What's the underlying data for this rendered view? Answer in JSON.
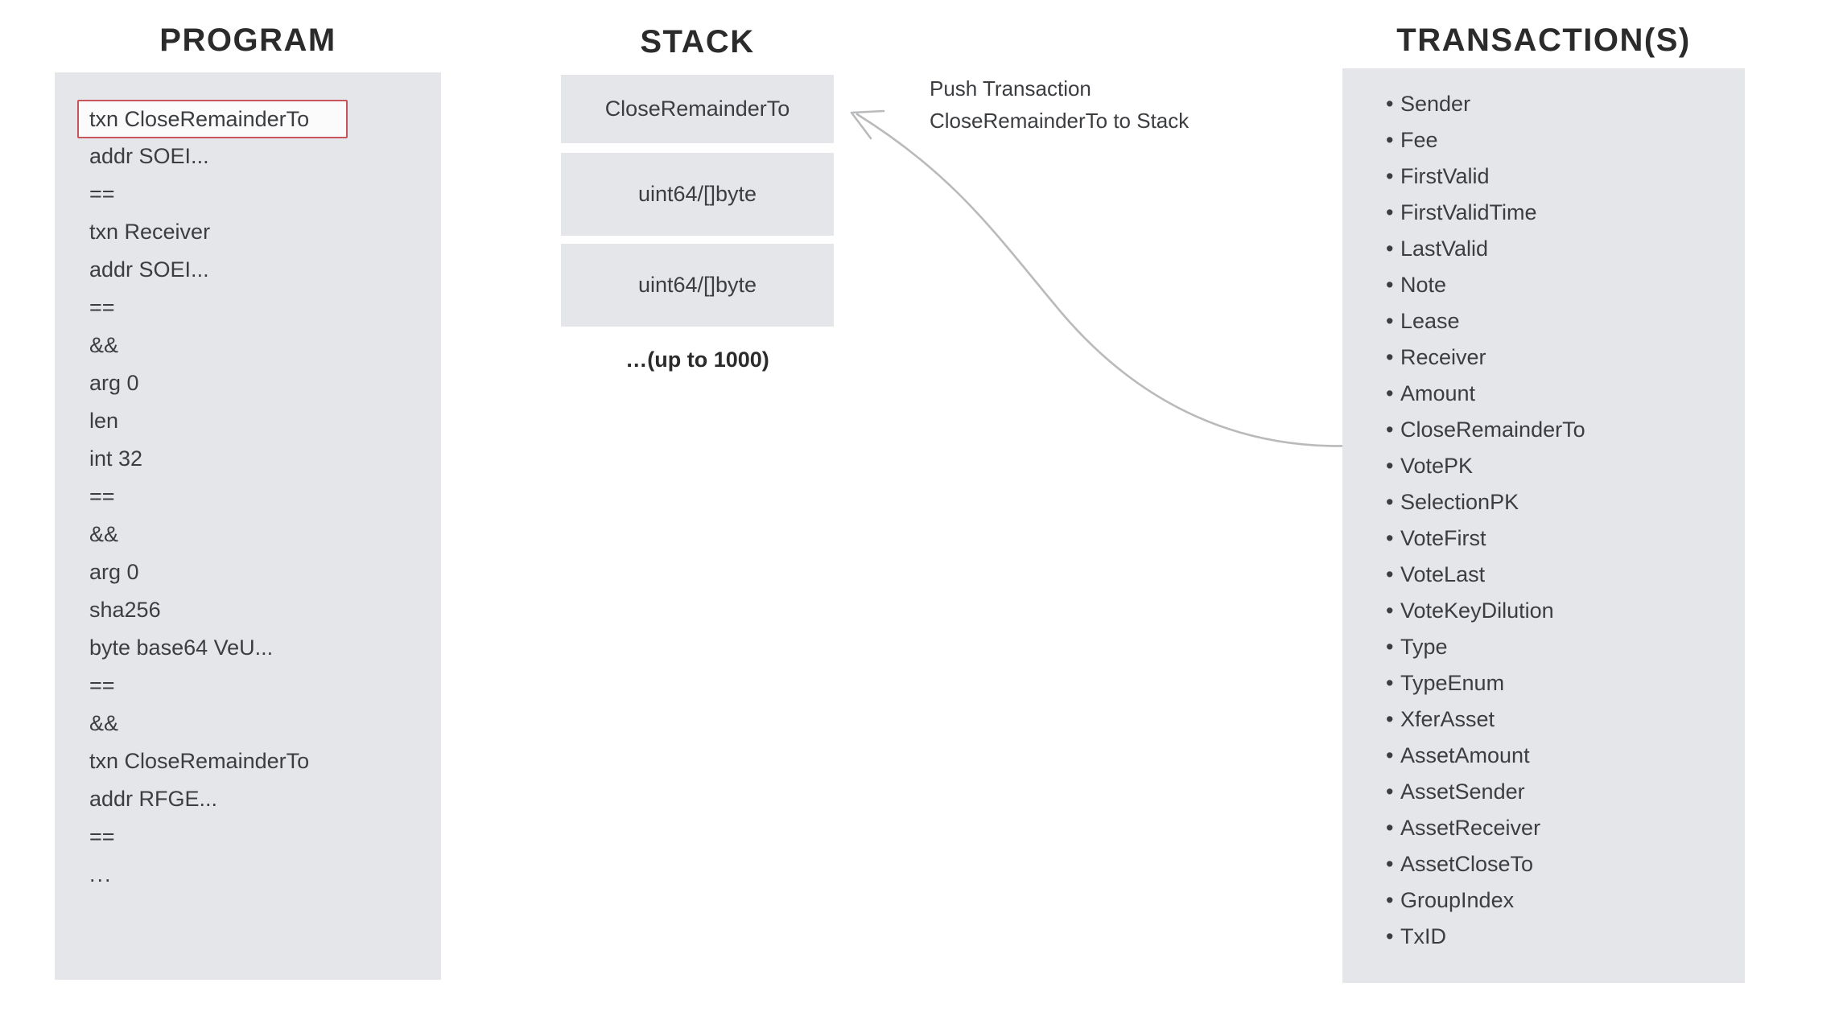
{
  "columns": {
    "program_heading": "PROGRAM",
    "stack_heading": "STACK",
    "transaction_heading": "TRANSACTION(S)"
  },
  "program": {
    "highlighted_index": 0,
    "lines": [
      "txn CloseRemainderTo",
      "addr SOEI...",
      "==",
      "txn Receiver",
      "addr SOEI...",
      "==",
      "&&",
      "arg 0",
      "len",
      "int 32",
      "==",
      "&&",
      "arg 0",
      "sha256",
      "byte base64 VeU...",
      "==",
      "&&",
      "txn CloseRemainderTo",
      "addr RFGE...",
      "==",
      "..."
    ]
  },
  "stack": {
    "boxes": [
      "CloseRemainderTo",
      "uint64/[]byte",
      "uint64/[]byte"
    ],
    "more_label": "…(up to 1000)"
  },
  "annotation": {
    "line1": "Push Transaction",
    "line2": "CloseRemainderTo to Stack"
  },
  "transaction": {
    "bullet": "•",
    "fields": [
      "Sender",
      "Fee",
      "FirstValid",
      "FirstValidTime",
      "LastValid",
      "Note",
      "Lease",
      "Receiver",
      "Amount",
      "CloseRemainderTo",
      "VotePK",
      "SelectionPK",
      "VoteFirst",
      "VoteLast",
      "VoteKeyDilution",
      "Type",
      "TypeEnum",
      "XferAsset",
      "AssetAmount",
      "AssetSender",
      "AssetReceiver",
      "AssetCloseTo",
      "GroupIndex",
      "TxID"
    ]
  },
  "colors": {
    "panel_background": "#e4e6e9",
    "page_background": "#ffffff",
    "text": "#3b3d40",
    "heading_text": "#2b2b2b",
    "highlight_border": "#c8545e",
    "highlight_fill": "#fbfbfc",
    "arrow_stroke": "#b9babc"
  }
}
